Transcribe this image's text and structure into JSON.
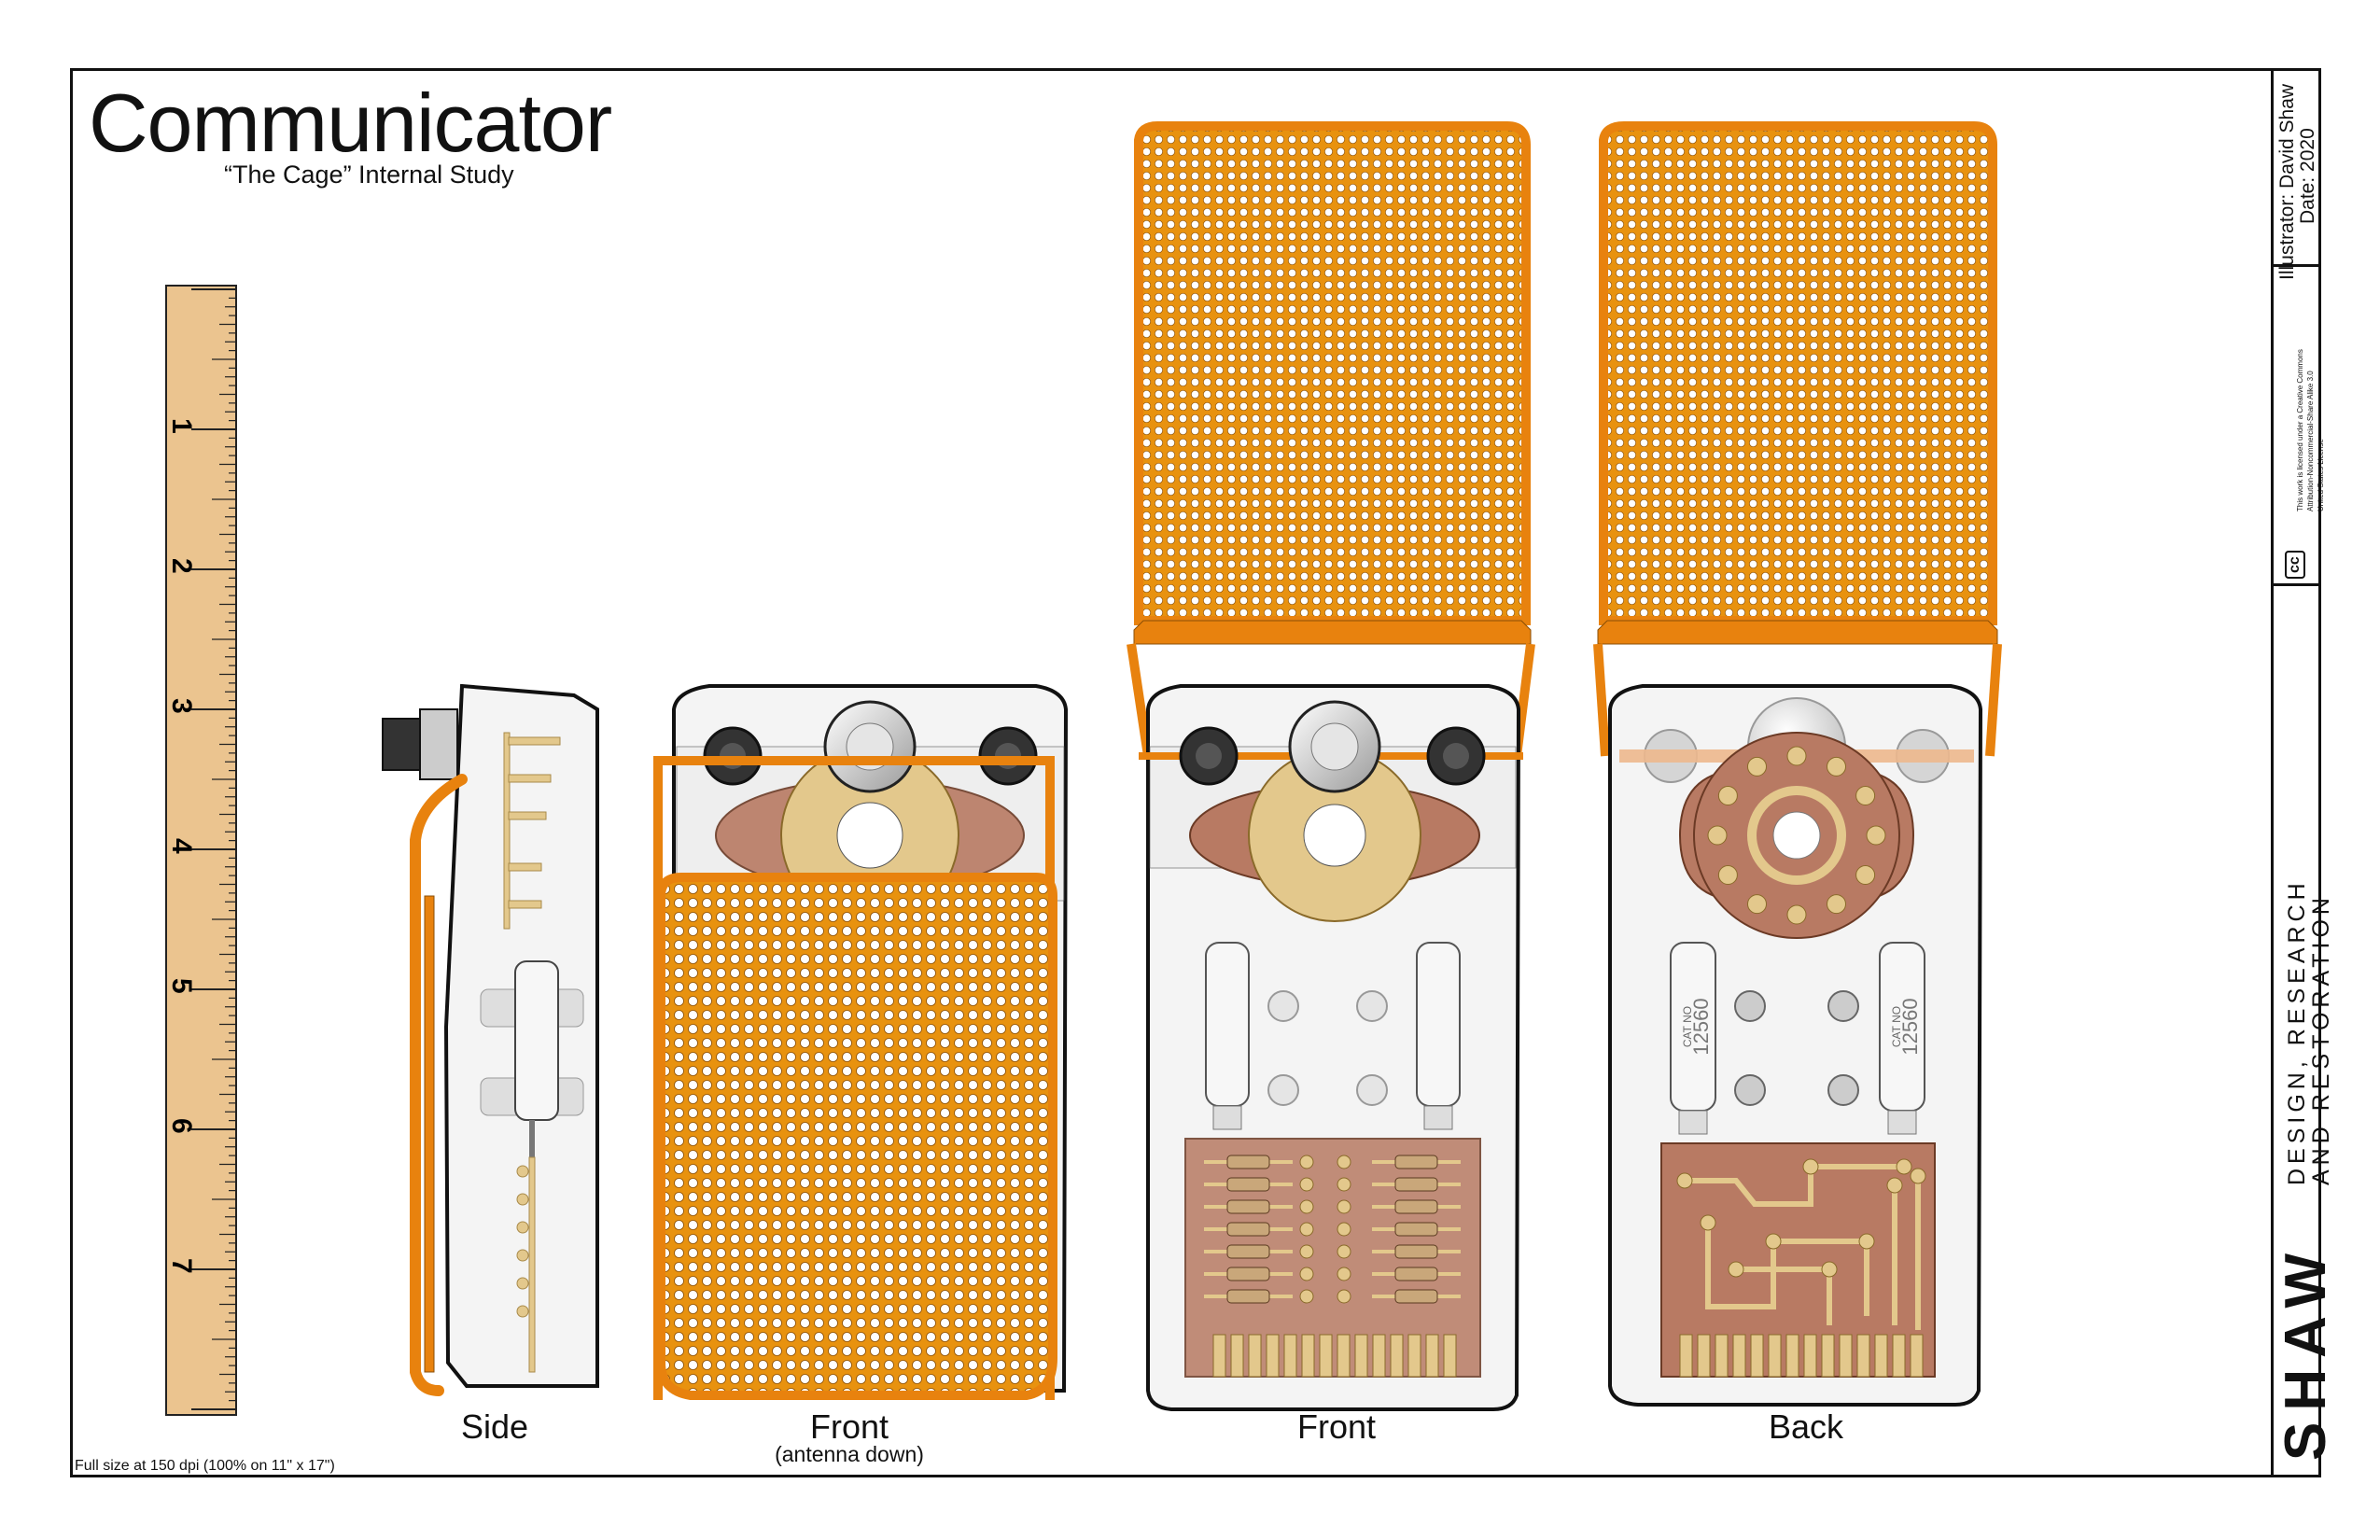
{
  "header": {
    "title": "Communicator",
    "subtitle": "“The Cage” Internal Study"
  },
  "ruler": {
    "marks": [
      "1",
      "2",
      "3",
      "4",
      "5",
      "6",
      "7"
    ]
  },
  "views": [
    {
      "label": "Side",
      "sublabel": ""
    },
    {
      "label": "Front",
      "sublabel": "(antenna down)"
    },
    {
      "label": "Front",
      "sublabel": ""
    },
    {
      "label": "Back",
      "sublabel": ""
    }
  ],
  "parts": {
    "cat_label": "CAT NO",
    "cat_number": "12560"
  },
  "footnote": "Full size at 150 dpi (100% on 11\" x 17\")",
  "title_block": {
    "illustrator": "Illustrator: David Shaw",
    "date": "Date: 2020",
    "license_1": "This work is licensed under a Creative Commons",
    "license_2": "Attribution-Noncommercial-Share Alike 3.0",
    "license_3": "United States License",
    "cc_badge": "cc",
    "brand_shaw": "SHAW",
    "brand_line1": "DESIGN, RESEARCH",
    "brand_line2": "AND RESTORATION"
  },
  "colors": {
    "orange": "#E8820E",
    "mesh": "#F2A03A",
    "wood": "#EBC48F",
    "tan": "#E3C88C",
    "brown": "#B87A63",
    "casing": "#F4F4F4"
  }
}
